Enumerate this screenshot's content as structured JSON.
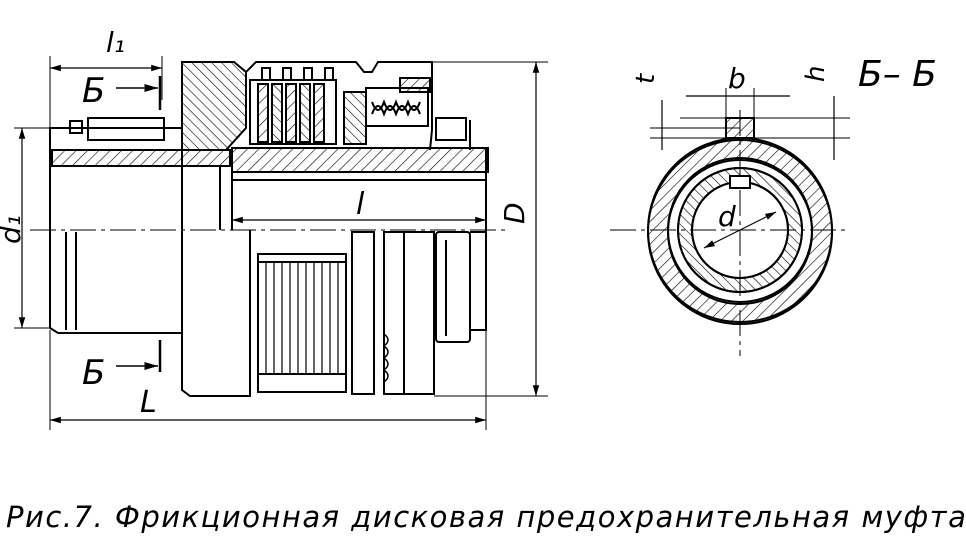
{
  "labels": {
    "l1": "l₁",
    "section_top": "Б",
    "section_bottom": "Б",
    "d1": "d₁",
    "l": "l",
    "D": "D",
    "L": "L",
    "t": "t",
    "b": "b",
    "h": "h",
    "section_title": "Б– Б",
    "d": "d"
  },
  "caption": "Рис.7.  Фрикционная  дисковая  предохранительная  муфта"
}
